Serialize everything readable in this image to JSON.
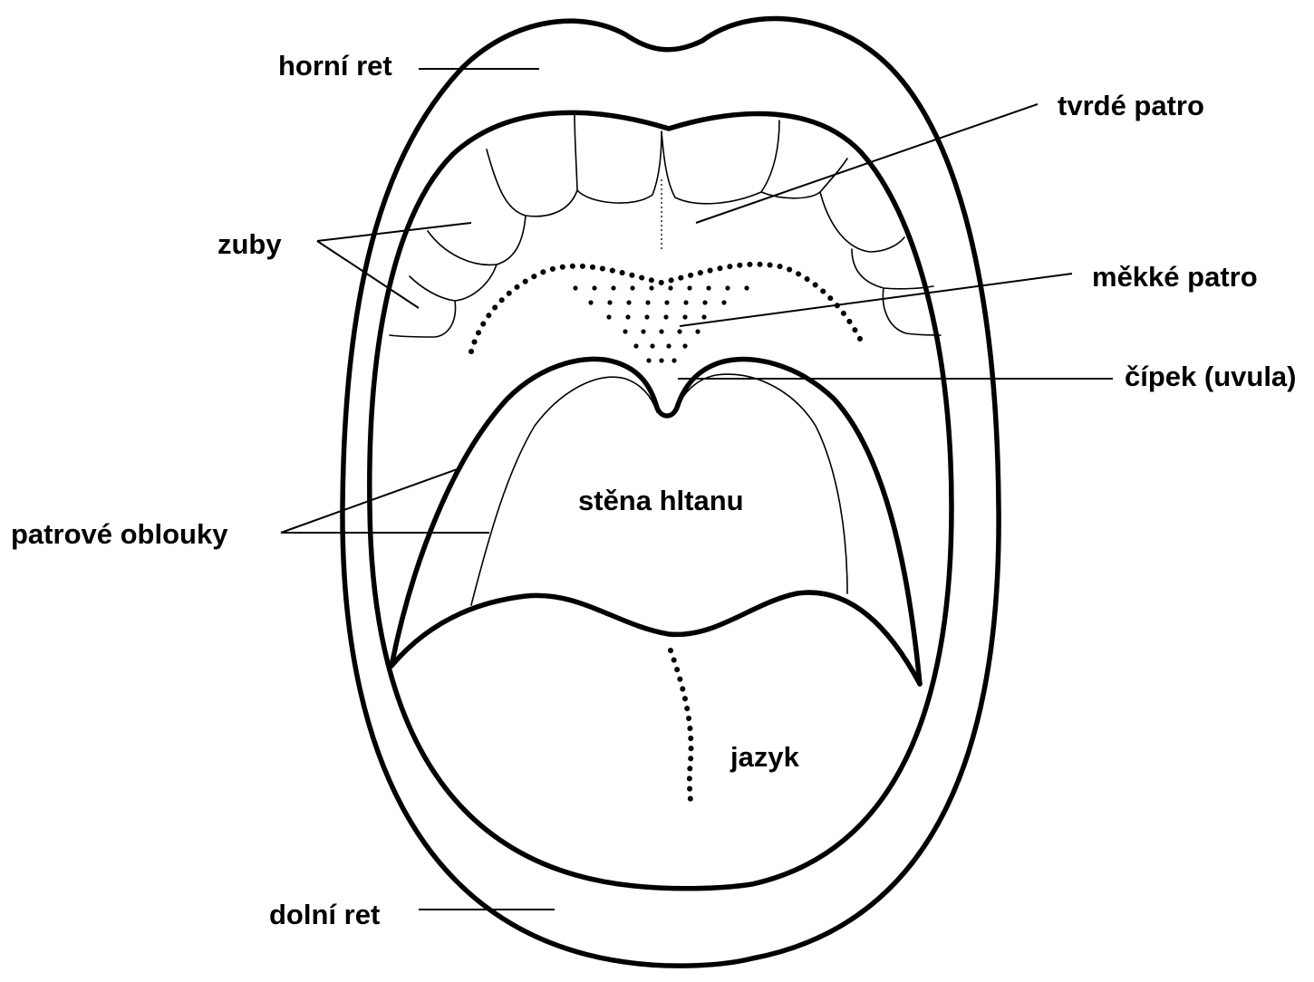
{
  "labels": {
    "horni_ret": "horní ret",
    "tvrde_patro": "tvrdé patro",
    "zuby": "zuby",
    "mekke_patro": "měkké patro",
    "cipek": "čípek (uvula)",
    "stena_hltanu": "stěna hltanu",
    "patrove_oblouky": "patrové oblouky",
    "jazyk": "jazyk",
    "dolni_ret": "dolní ret"
  }
}
